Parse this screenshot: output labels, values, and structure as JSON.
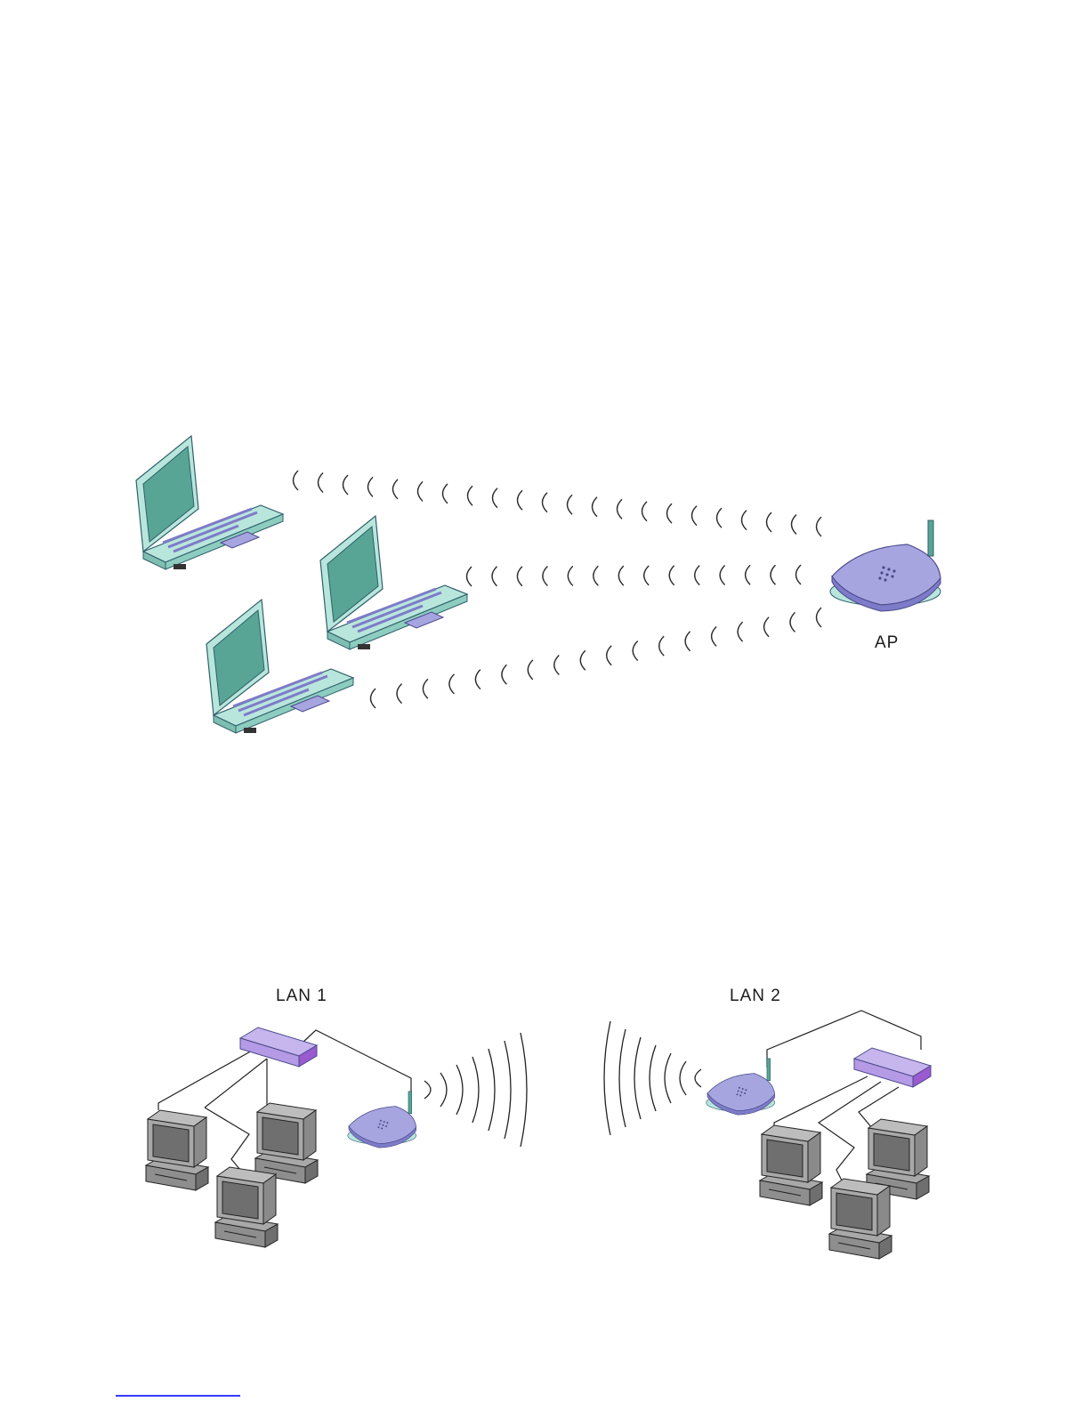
{
  "labels": {
    "ap": "AP",
    "lan1": "LAN 1",
    "lan2": "LAN 2"
  },
  "colors": {
    "device_body": "#a7a5e0",
    "device_shadow": "#7e7bc9",
    "screen": "#58a595",
    "frame": "#b9e6dc",
    "hub_top": "#c7b5ee",
    "hub_side": "#9a5ad0",
    "monitor": "#a8a8a8",
    "monitor_dark": "#6f6f6f"
  },
  "icons": {
    "laptop": "laptop-icon",
    "access_point": "access-point-icon",
    "hub": "hub-icon",
    "desktop": "desktop-computer-icon",
    "signal": "wireless-signal-icon"
  }
}
